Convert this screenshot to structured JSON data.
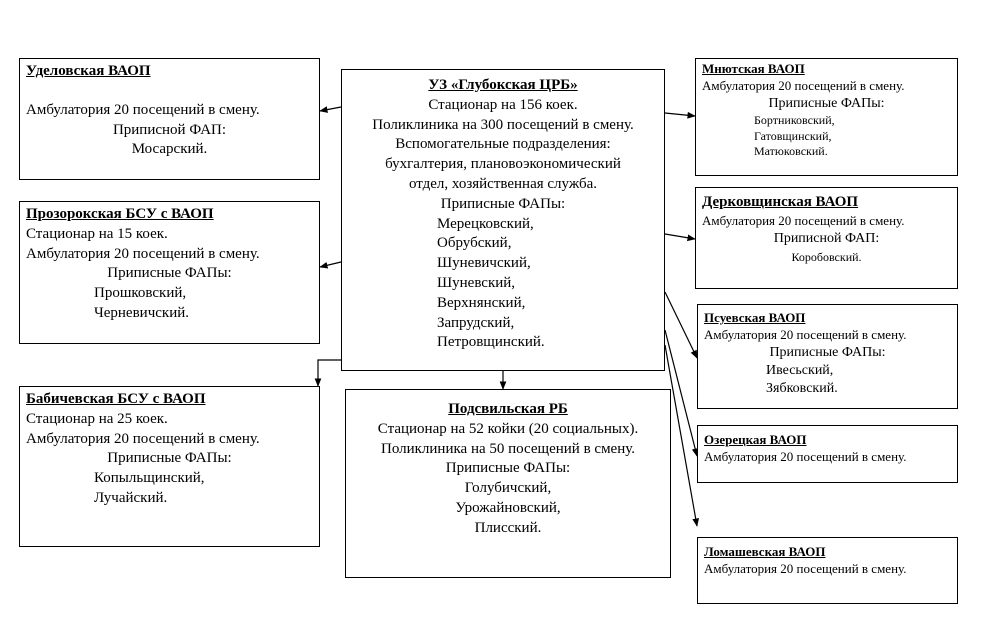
{
  "central": {
    "title": "УЗ «Глубокская ЦРБ»",
    "lines": [
      "Стационар на  156 коек.",
      "Поликлиника на 300 посещений в смену.",
      "Вспомогательные подразделения:",
      "бухгалтерия, плановоэкономический",
      "отдел, хозяйственная служба.",
      "Приписные ФАПы:"
    ],
    "faps": [
      "Мерецковский,",
      "Обрубский,",
      "Шуневичский,",
      "Шуневский,",
      "Верхнянский,",
      "Запрудский,",
      "Петровщинский."
    ]
  },
  "udelovskaya": {
    "title": "Уделовская  ВАОП",
    "line1": "Амбулатория 20 посещений в смену.",
    "fap_header": "Приписной ФАП:",
    "fap1": "Мосарский."
  },
  "prozorokskaya": {
    "title": "Прозорокская БСУ с ВАОП",
    "line1": "Стационар на 15 коек.",
    "line2": "Амбулатория 20 посещений в смену.",
    "fap_header": "Приписные ФАПы:",
    "fap1": "Прошковский,",
    "fap2": "Черневичский."
  },
  "babichevskaya": {
    "title": "Бабичевская БСУ с ВАОП",
    "line1": "Стационар на 25 коек.",
    "line2": "Амбулатория 20 посещений в смену.",
    "fap_header": "Приписные ФАПы:",
    "fap1": "Копыльщинский,",
    "fap2": "Лучайский."
  },
  "podsvilskaya": {
    "title": "Подсвильская РБ",
    "line1": "Стационар на 52 койки (20 социальных).",
    "line2": "Поликлиника на 50 посещений в смену.",
    "fap_header": "Приписные ФАПы:",
    "fap1": "Голубичский,",
    "fap2": "Урожайновский,",
    "fap3": "Плисский."
  },
  "mnyutskaya": {
    "title": "Мнютская ВАОП",
    "line1": "Амбулатория 20 посещений в смену.",
    "fap_header": "Приписные ФАПы:",
    "fap1": "Бортниковский,",
    "fap2": "Гатовщинский,",
    "fap3": "Матюковский."
  },
  "derkovshchinskaya": {
    "title": "Дерковщинская ВАОП",
    "line1": "Амбулатория 20 посещений в смену.",
    "fap_header": "Приписной ФАП:",
    "fap1": "Коробовский."
  },
  "psuevskaya": {
    "title": "Псуевская ВАОП",
    "line1": "Амбулатория 20 посещений в смену.",
    "fap_header": "Приписные ФАПы:",
    "fap1": "Ивесьский,",
    "fap2": "Зябковский."
  },
  "ozeretskaya": {
    "title": "Озерецкая ВАОП",
    "line1": "Амбулатория 20 посещений в смену."
  },
  "lomashevskaya": {
    "title": "Ломашевская ВАОП",
    "line1": "Амбулатория 20 посещений в смену."
  }
}
